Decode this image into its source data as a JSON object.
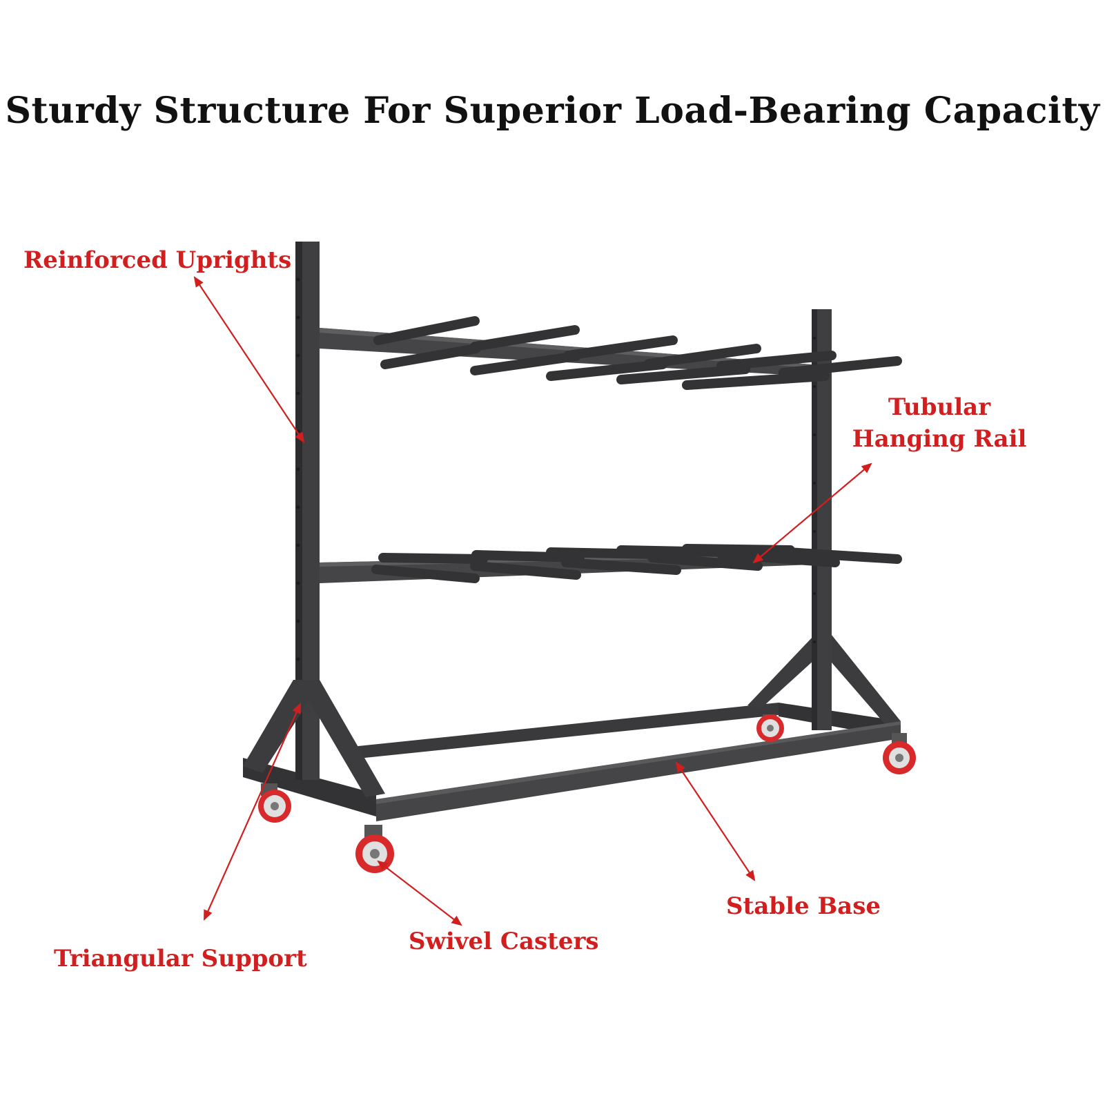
{
  "title": "Sturdy Structure For Superior Load-Bearing Capacity",
  "colors": {
    "accent": "#d11e1e",
    "frame": "#3f3f41",
    "frame_dark": "#2c2c2e",
    "caster": "#d82a2a"
  },
  "labels": {
    "reinforced_uprights": "Reinforced Uprights",
    "tubular_line1": "Tubular",
    "tubular_line2": "Hanging Rail",
    "triangular_support": "Triangular Support",
    "swivel_casters": "Swivel Casters",
    "stable_base": "Stable Base"
  }
}
